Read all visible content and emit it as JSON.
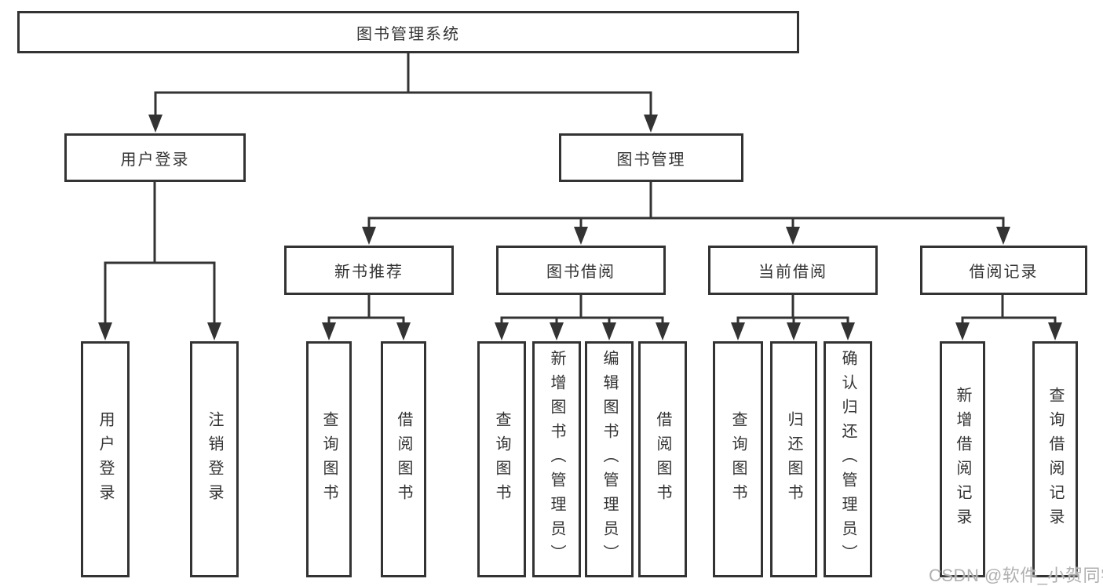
{
  "tree": {
    "label": "图书管理系统",
    "children": [
      {
        "label": "用户登录",
        "children": [
          {
            "label": "用户登录"
          },
          {
            "label": "注销登录"
          }
        ]
      },
      {
        "label": "图书管理",
        "children": [
          {
            "label": "新书推荐",
            "children": [
              {
                "label": "查询图书"
              },
              {
                "label": "借阅图书"
              }
            ]
          },
          {
            "label": "图书借阅",
            "children": [
              {
                "label": "查询图书"
              },
              {
                "label": "新增图书（管理员）"
              },
              {
                "label": "编辑图书（管理员）"
              },
              {
                "label": "借阅图书"
              }
            ]
          },
          {
            "label": "当前借阅",
            "children": [
              {
                "label": "查询图书"
              },
              {
                "label": "归还图书"
              },
              {
                "label": "确认归还（管理员）"
              }
            ]
          },
          {
            "label": "借阅记录",
            "children": [
              {
                "label": "新增借阅记录"
              },
              {
                "label": "查询借阅记录"
              }
            ]
          }
        ]
      }
    ]
  },
  "watermark": "CSDN @软件_小贺同学",
  "colors": {
    "line": "#333333",
    "box_border": "#333333",
    "text": "#333333",
    "box_background": "#ffffff",
    "page_background": "#ffffff",
    "watermark": "#b0b0b0"
  }
}
